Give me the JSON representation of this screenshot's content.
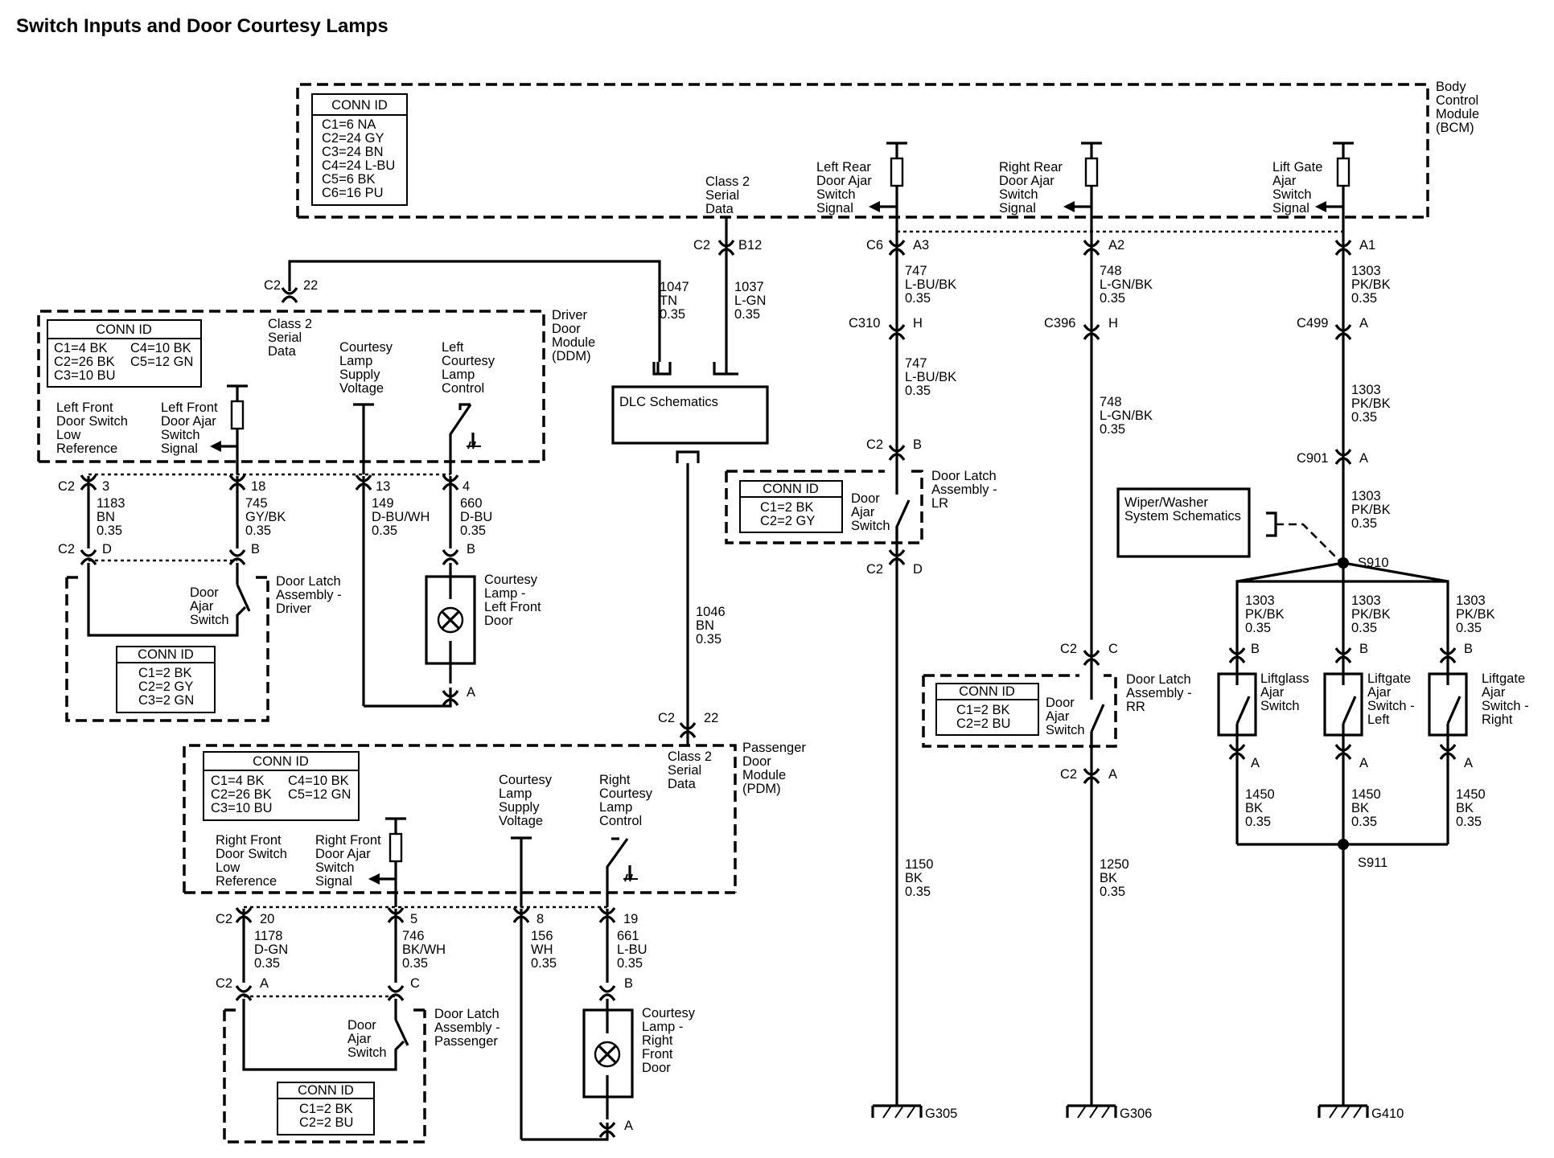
{
  "title": "Switch Inputs and Door Courtesy Lamps",
  "bcm": {
    "label": [
      "Body",
      "Control",
      "Module",
      "(BCM)"
    ],
    "conn_id_title": "CONN ID",
    "conn_id": [
      "C1=6 NA",
      "C2=24 GY",
      "C3=24 BN",
      "C4=24 L-BU",
      "C5=6 BK",
      "C6=16 PU"
    ],
    "serial_label": [
      "Class 2",
      "Serial",
      "Data"
    ],
    "lr_label": [
      "Left Rear",
      "Door Ajar",
      "Switch",
      "Signal"
    ],
    "rr_label": [
      "Right Rear",
      "Door Ajar",
      "Switch",
      "Signal"
    ],
    "lg_label": [
      "Lift Gate",
      "Ajar",
      "Switch",
      "Signal"
    ]
  },
  "ddm": {
    "label": [
      "Driver",
      "Door",
      "Module",
      "(DDM)"
    ],
    "conn_id_title": "CONN ID",
    "conn_id_a": [
      "C1=4 BK",
      "C2=26 BK",
      "C3=10 BU"
    ],
    "conn_id_b": [
      "C4=10 BK",
      "C5=12 GN"
    ],
    "serial_label": [
      "Class 2",
      "Serial",
      "Data"
    ],
    "lf_low_label": [
      "Left Front",
      "Door Switch",
      "Low",
      "Reference"
    ],
    "lf_ajar_label": [
      "Left Front",
      "Door Ajar",
      "Switch",
      "Signal"
    ],
    "supply_label": [
      "Courtesy",
      "Lamp",
      "Supply",
      "Voltage"
    ],
    "control_label": [
      "Left",
      "Courtesy",
      "Lamp",
      "Control"
    ]
  },
  "pdm": {
    "label": [
      "Passenger",
      "Door",
      "Module",
      "(PDM)"
    ],
    "conn_id_title": "CONN ID",
    "conn_id_a": [
      "C1=4 BK",
      "C2=26 BK",
      "C3=10 BU"
    ],
    "conn_id_b": [
      "C4=10 BK",
      "C5=12 GN"
    ],
    "serial_label": [
      "Class 2",
      "Serial",
      "Data"
    ],
    "rf_low_label": [
      "Right Front",
      "Door Switch",
      "Low",
      "Reference"
    ],
    "rf_ajar_label": [
      "Right Front",
      "Door Ajar",
      "Switch",
      "Signal"
    ],
    "supply_label": [
      "Courtesy",
      "Lamp",
      "Supply",
      "Voltage"
    ],
    "control_label": [
      "Right",
      "Courtesy",
      "Lamp",
      "Control"
    ]
  },
  "dlc": "DLC Schematics",
  "wiper": [
    "Wiper/Washer",
    "System Schematics"
  ],
  "driver_latch": {
    "label": [
      "Door Latch",
      "Assembly -",
      "Driver"
    ],
    "switch": [
      "Door",
      "Ajar",
      "Switch"
    ],
    "conn_id_title": "CONN ID",
    "conn_id": [
      "C1=2 BK",
      "C2=2 GY",
      "C3=2 GN"
    ]
  },
  "pass_latch": {
    "label": [
      "Door Latch",
      "Assembly -",
      "Passenger"
    ],
    "switch": [
      "Door",
      "Ajar",
      "Switch"
    ],
    "conn_id_title": "CONN ID",
    "conn_id": [
      "C1=2 BK",
      "C2=2 BU"
    ]
  },
  "lr_latch": {
    "label": [
      "Door Latch",
      "Assembly -",
      "LR"
    ],
    "switch": [
      "Door",
      "Ajar",
      "Switch"
    ],
    "conn_id_title": "CONN ID",
    "conn_id": [
      "C1=2 BK",
      "C2=2 GY"
    ]
  },
  "rr_latch": {
    "label": [
      "Door Latch",
      "Assembly -",
      "RR"
    ],
    "switch": [
      "Door",
      "Ajar",
      "Switch"
    ],
    "conn_id_title": "CONN ID",
    "conn_id": [
      "C1=2 BK",
      "C2=2 BU"
    ]
  },
  "lf_lamp": [
    "Courtesy",
    "Lamp -",
    "Left Front",
    "Door"
  ],
  "rf_lamp": [
    "Courtesy",
    "Lamp -",
    "Right",
    "Front",
    "Door"
  ],
  "liftglass": [
    "Liftglass",
    "Ajar",
    "Switch"
  ],
  "liftgate_left": [
    "Liftgate",
    "Ajar",
    "Switch -",
    "Left"
  ],
  "liftgate_right": [
    "Liftgate",
    "Ajar",
    "Switch -",
    "Right"
  ],
  "wires": {
    "w1047": [
      "1047",
      "TN",
      "0.35"
    ],
    "w1037": [
      "1037",
      "L-GN",
      "0.35"
    ],
    "w1046": [
      "1046",
      "BN",
      "0.35"
    ],
    "w1183": [
      "1183",
      "BN",
      "0.35"
    ],
    "w745": [
      "745",
      "GY/BK",
      "0.35"
    ],
    "w149": [
      "149",
      "D-BU/WH",
      "0.35"
    ],
    "w660": [
      "660",
      "D-BU",
      "0.35"
    ],
    "w1178": [
      "1178",
      "D-GN",
      "0.35"
    ],
    "w746": [
      "746",
      "BK/WH",
      "0.35"
    ],
    "w156": [
      "156",
      "WH",
      "0.35"
    ],
    "w661": [
      "661",
      "L-BU",
      "0.35"
    ],
    "w747": [
      "747",
      "L-BU/BK",
      "0.35"
    ],
    "w748": [
      "748",
      "L-GN/BK",
      "0.35"
    ],
    "w1303": [
      "1303",
      "PK/BK",
      "0.35"
    ],
    "w1150": [
      "1150",
      "BK",
      "0.35"
    ],
    "w1250": [
      "1250",
      "BK",
      "0.35"
    ],
    "w1450": [
      "1450",
      "BK",
      "0.35"
    ]
  },
  "connectors": {
    "c2": "C2",
    "c6": "C6",
    "b12": "B12",
    "a3": "A3",
    "a2": "A2",
    "a1": "A1",
    "c310": "C310",
    "c396": "C396",
    "c499": "C499",
    "c901": "C901",
    "h": "H",
    "a": "A",
    "b": "B",
    "c": "C",
    "d": "D",
    "p22": "22",
    "p3": "3",
    "p18": "18",
    "p13": "13",
    "p4": "4",
    "p20": "20",
    "p5": "5",
    "p8": "8",
    "p19": "19"
  },
  "splices": {
    "s910": "S910",
    "s911": "S911"
  },
  "grounds": {
    "g305": "G305",
    "g306": "G306",
    "g410": "G410"
  }
}
